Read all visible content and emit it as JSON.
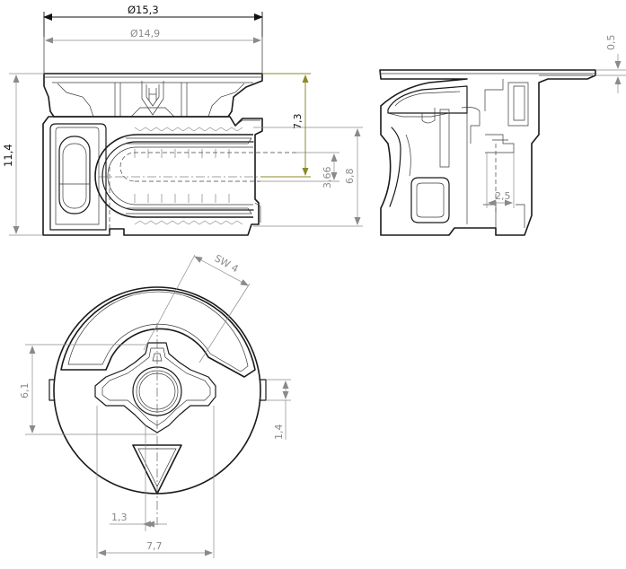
{
  "dimensions": {
    "overall_diameter": "Ø15,3",
    "inner_diameter": "Ø14,9",
    "total_height": "11,4",
    "head_height": "7,3",
    "bolt_diameter": "3,66",
    "body_height": "6,8",
    "flange_thickness": "0,5",
    "side_offset": "2,5",
    "wrench_size": "SW 4",
    "center_offset": "6,1",
    "tab_height": "1,4",
    "arrow_offset": "1,3",
    "arrow_width": "7,7"
  },
  "colors": {
    "outline": "#1a1a1a",
    "dimension_grey": "#8a8a8a",
    "highlight_dimension": "#8a8a2a"
  }
}
